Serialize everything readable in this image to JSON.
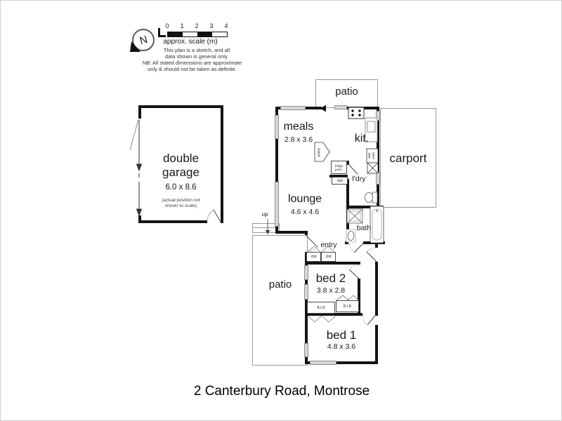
{
  "caption": "2 Canterbury Road, Montrose",
  "legend": {
    "north": "N",
    "scale_ticks": [
      "0",
      "1",
      "2",
      "3",
      "4"
    ],
    "scale_caption": "approx. scale (m)",
    "sketch_note_line1": "This plan is a sketch, and all",
    "sketch_note_line2": "data shown is general only.",
    "nb_note_line1": "NB: All stated dimensions are approximate",
    "nb_note_line2": "only & should not be taken as definite."
  },
  "garage": {
    "name_line1": "double",
    "name_line2": "garage",
    "dims": "6.0 x 8.6",
    "note_line1": "(actual position not",
    "note_line2": "shown to scale)"
  },
  "rooms": {
    "patio_top": "patio",
    "meals": "meals",
    "meals_dims": "2.8 x 3.6",
    "kitchen": "kit.",
    "carport": "carport",
    "laundry": "l'dry",
    "lounge": "lounge",
    "lounge_dims": "4.6 x 4.6",
    "bath": "bath",
    "entry": "entry",
    "stairs_up": "up",
    "bed2": "bed 2",
    "bed2_dims": "3.8 x 2.8",
    "patio_bottom": "patio",
    "bed1": "bed 1",
    "bed1_dims": "4.8 x 3.6"
  },
  "fixtures": {
    "cbd": "cbd",
    "bir": "B.I.R",
    "pantry": "pantry",
    "fridge_line1": "fridge",
    "fridge_line2": "posn.",
    "wall_oven_line1": "wall",
    "wall_oven_line2": "oven"
  },
  "colors": {
    "wall": "#141414",
    "window": "#d8d8d8",
    "outline": "#999999"
  }
}
